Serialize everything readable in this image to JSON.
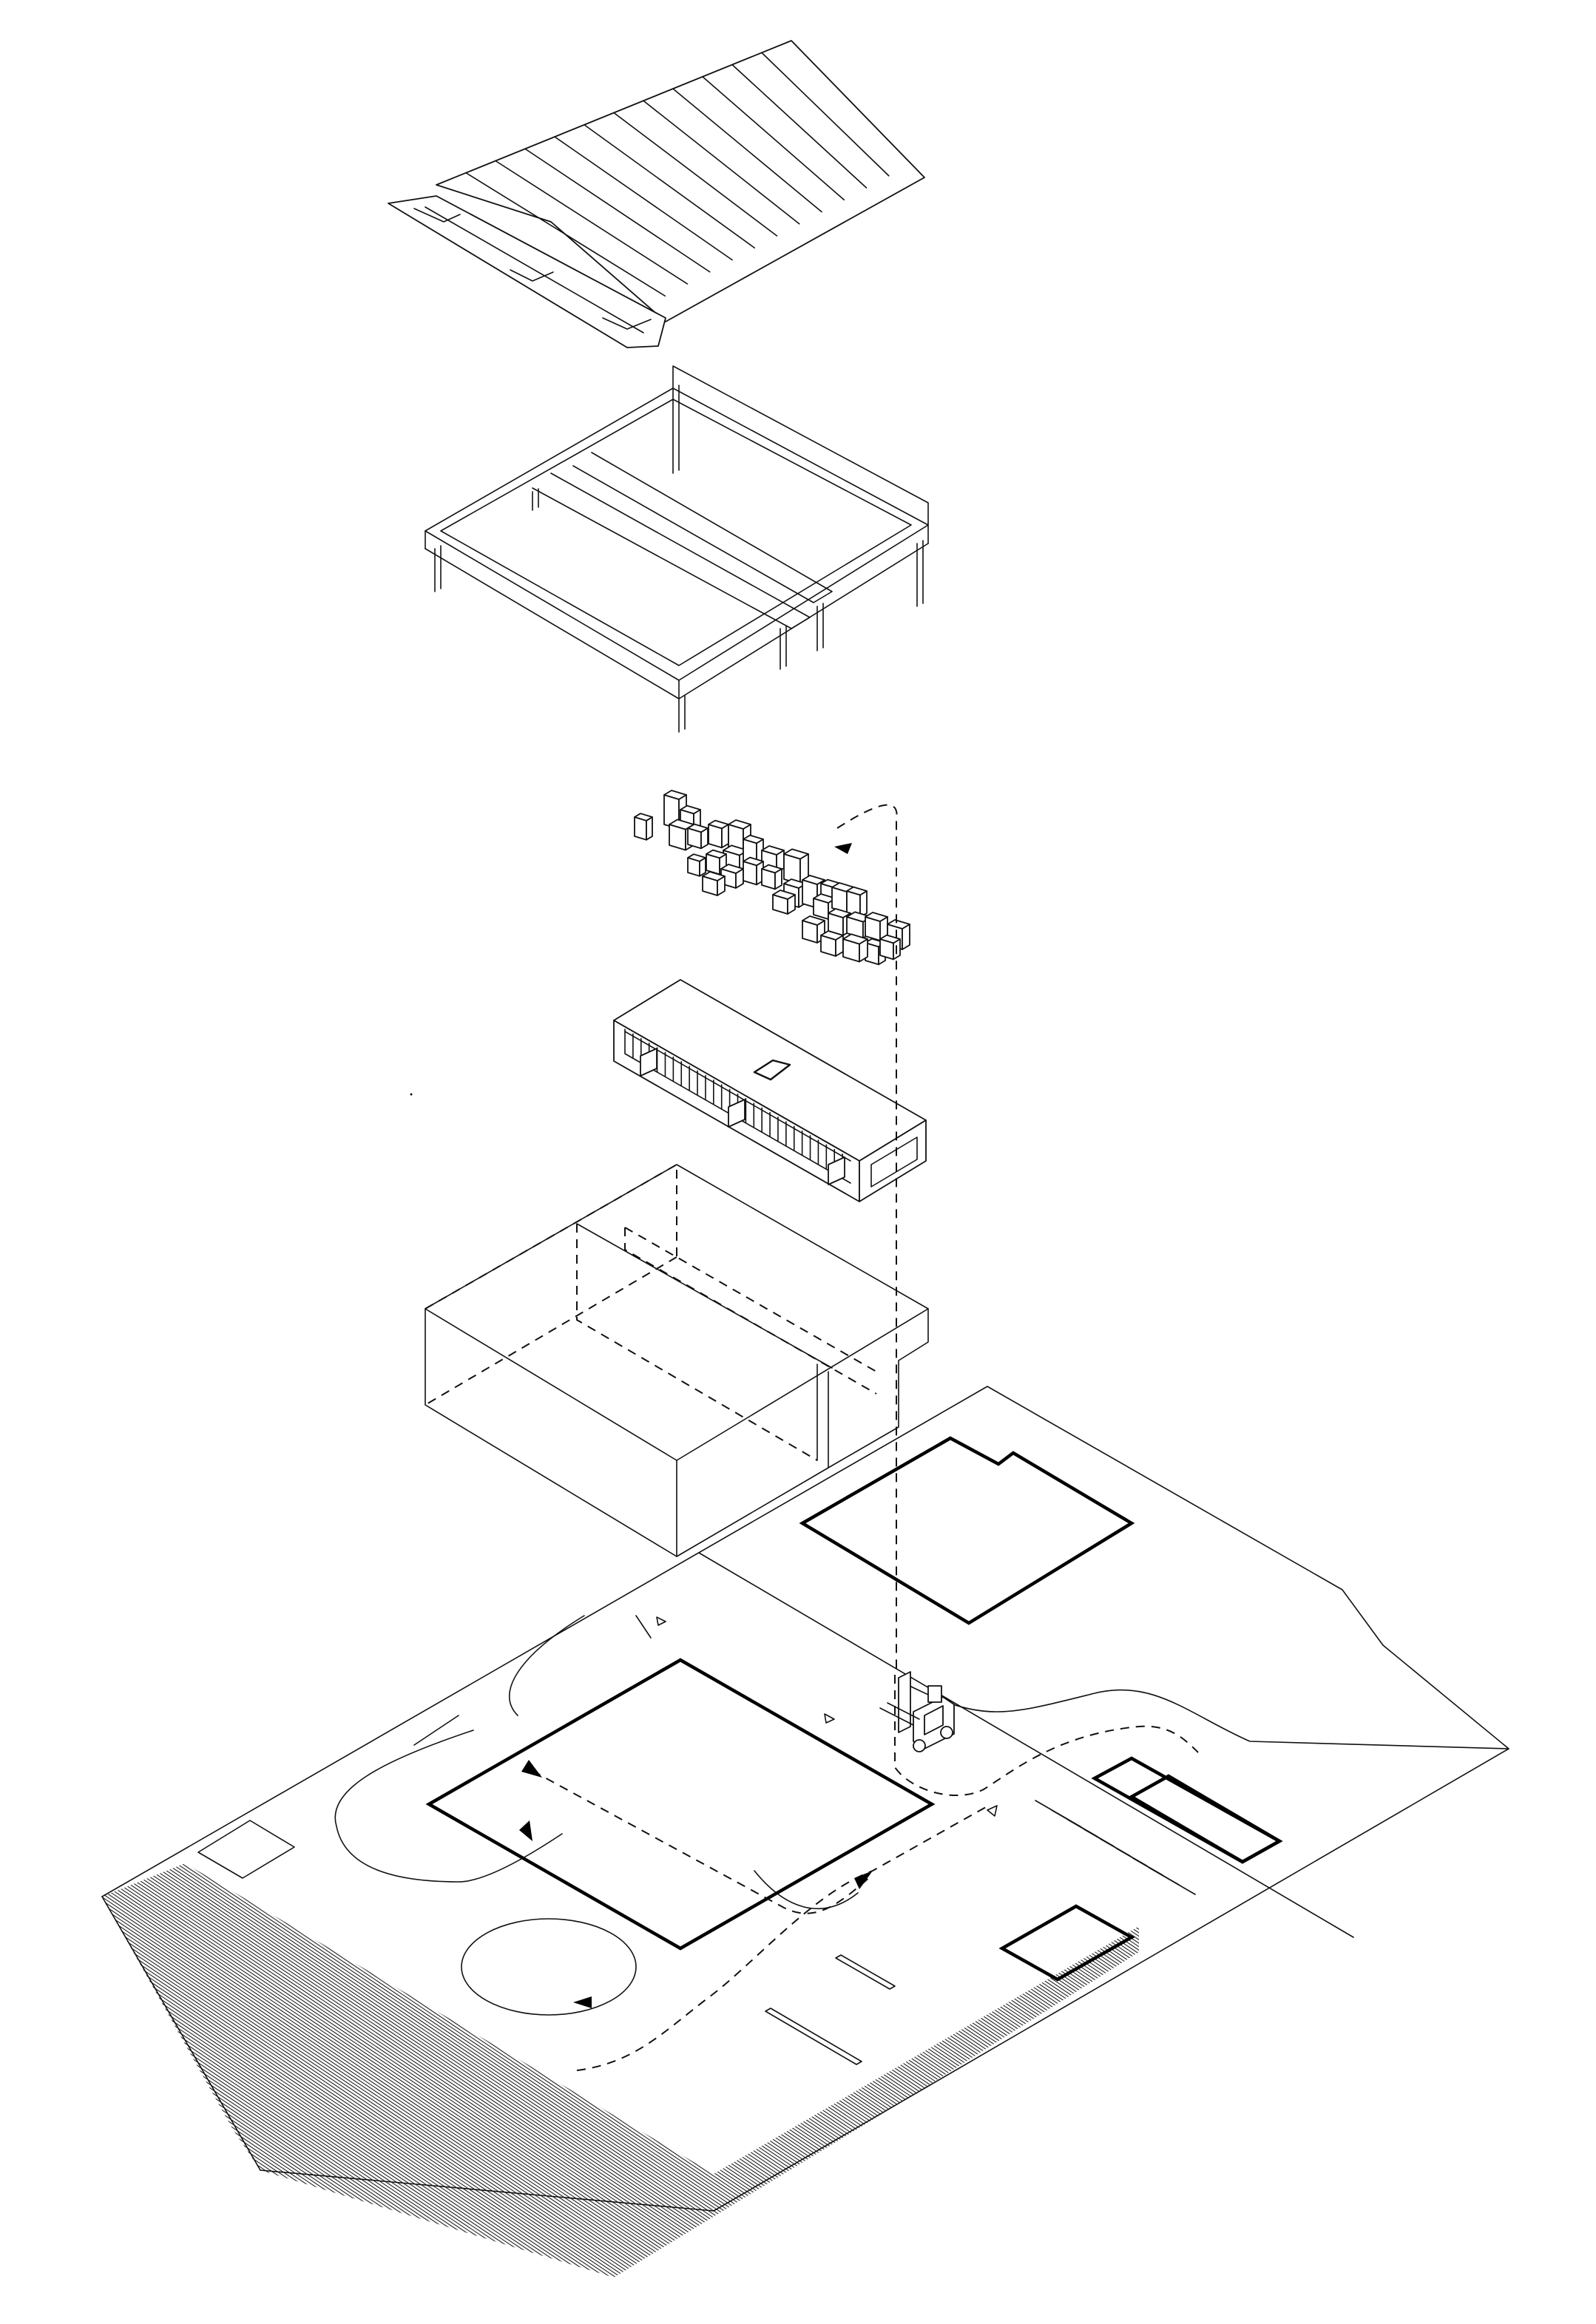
{
  "diagram": {
    "layers": [
      {
        "id": "roof",
        "label": ""
      },
      {
        "id": "structure",
        "label": ""
      },
      {
        "id": "crates",
        "label": ""
      },
      {
        "id": "mezzanine",
        "label": ""
      },
      {
        "id": "envelope",
        "label": ""
      },
      {
        "id": "site",
        "label": ""
      }
    ],
    "colors": {
      "line": "#111111",
      "background": "#ffffff"
    }
  }
}
